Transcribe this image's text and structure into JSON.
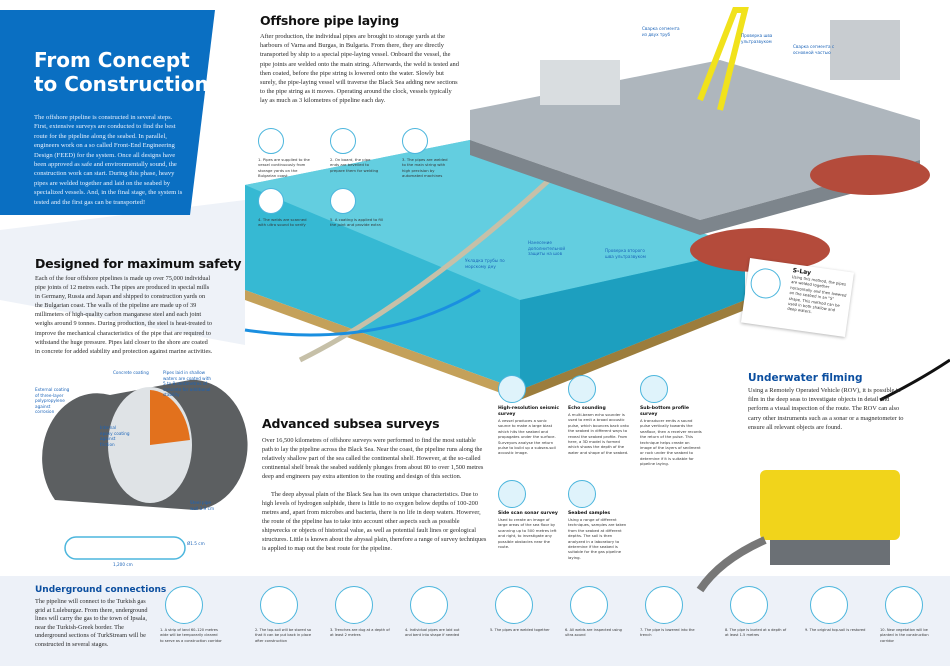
{
  "colors": {
    "brand_blue": "#0a6fc2",
    "heading_blue": "#0c4fa0",
    "sea": "#2fb8cf",
    "bottom_band": "#edf1f8",
    "pipe_orange": "#e2711d"
  },
  "intro": {
    "title_line1": "From Concept",
    "title_line2": "to Construction",
    "text": "The offshore pipeline is constructed in several steps. First, extensive surveys are conducted to find the best route for the pipeline along the seabed. In parallel, engineers work on a so called Front-End Engineering Design (FEED) for the system. Once all designs have been approved as safe and environmentally sound, the construction work can start. During this phase, heavy pipes are welded together and laid on the seabed by specialized vessels. And, in the final stage, the system is tested and the first gas can be transported!"
  },
  "offshore": {
    "title": "Offshore pipe laying",
    "text": "After production, the individual pipes are brought to storage yards at the harbours of Varna and Burgas, in Bulgaria. From there, they are directly transported by ship to a special pipe-laying vessel. Onboard the vessel, the pipe joints are welded onto the main string. Afterwards, the weld is tested and then coated, before the pipe string is lowered onto the water. Slowly but surely, the pipe-laying vessel will traverse the Black Sea adding new sections to the pipe string as it moves. Operating around the clock, vessels typically lay as much as 3 kilometres of pipeline each day.",
    "steps": [
      "1. Pipes are supplied to the vessel continuously from storage yards on the Bulgarian coast",
      "2. On board, the pipe ends are bevelled to prepare them for welding",
      "3. The pipes are welded to the main string with high precision by automated machines",
      "4. The welds are scanned with ultra sound to verify",
      "5. A coating is applied to fill the joint and provide extra"
    ],
    "ru_labels": [
      "Сварка сегмента из двух труб",
      "Проверка шва ультразвуком",
      "Сварка сегмента с основной частью",
      "Нанесение дополнительной защиты на шов",
      "Проверка второго шва ультразвуком",
      "Укладка трубы по морскому дну"
    ],
    "slay": {
      "title": "S-Lay",
      "text": "Using this method, the pipes are welded together horizontally and then lowered on the seabed in an \"S\" shape. This method can be used in both shallow and deep waters."
    }
  },
  "safety": {
    "title": "Designed for maximum safety",
    "text": "Each of the four offshore pipelines is made up over 75,000 individual pipe joints of 12 metres each. The pipes are produced in special mills in Germany, Russia and Japan and shipped to construction yards on the Bulgarian coast. The walls of the pipeline are made up of 39 millimeters of high-quality carbon manganese steel and each joint weighs around 9 tonnes. During production, the steel is heat-treated to improve the mechanical characteristics of the pipe that are required to withstand the huge pressure. Pipes laid closer to the shore are coated in concrete for added stability and protection against marine activities.",
    "labels": {
      "concrete": "Concrete coating",
      "shallow": "Pipes laid in shallow waters are coated with 5 to 8 centimetres of concrete for additional stability",
      "external": "External coating of three-layer polypropylene against corrosion",
      "internal": "Internal epoxy coating against friction",
      "steel": "Steel pipe wall 3.9 cm",
      "diameter": "Ø1.5 cm",
      "length": "1,200 cm"
    }
  },
  "surveys": {
    "title": "Advanced subsea surveys",
    "p1": "Over 16,500 kilometres of offshore surveys were performed to find the most suitable path to lay the pipeline across the Black Sea. Near the coast, the pipeline runs along the relatively shallow part of the sea called the continental shelf. However, at the so-called continental shelf break the seabed suddenly plunges from about 80 to over 1,500 metres deep and engineers pay extra attention to the routing and design of this section.",
    "p2": "The deep abyssal plain of the Black Sea has its own unique characteristics. Due to high levels of hydrogen sulphide, there is little to no oxygen below depths of 100-200 metres and, apart from microbes and bacteria, there is no life in deep waters. However, the route of the pipeline has to take into account other aspects such as possible shipwrecks or objects of historical value, as well as potential fault lines or geological structures. Little is known about the abyssal plain, therefore a range of survey techniques is applied to map out the best route for the pipeline.",
    "methods": [
      {
        "title": "High-resolution seismic survey",
        "text": "A vessel produces a sonic source to make a large blast which hits the seabed and propagates under the surface. Surveyors analyse the return pulse to build up a subsea-soil acoustic image."
      },
      {
        "title": "Echo sounding",
        "text": "A multi-beam echo sounder is used to emit a broad acoustic pulse, which bounces back onto the seabed in different ways to reveal the seabed profile. From here, a 3D model is formed which shows the depth of the water and shape of the seabed."
      },
      {
        "title": "Sub-bottom profile survey",
        "text": "A transducer emits a sound pulse vertically towards the seafloor, then a receiver records the return of the pulse. This technique helps create an image of the layers of sediment or rock under the seabed to determine if it is suitable for pipeline laying."
      },
      {
        "title": "Side scan sonar survey",
        "text": "Used to create an image of large areas of the sea floor by scanning up to 500 metres left and right, to investigate any possible obstacles near the route."
      },
      {
        "title": "Seabed samples",
        "text": "Using a range of different techniques, samples are taken from the seabed at different depths. The soil is then analyzed in a laboratory to determine if the seabed is suitable for the gas pipeline laying."
      }
    ]
  },
  "filming": {
    "title": "Underwater filming",
    "text": "Using a Remotely Operated Vehicle (ROV), it is possible to film in the deep seas to investigate objects in detail and perform a visual inspection of the route. The ROV can also carry other instruments such as a  sonar or a magnetometer to ensure all relevant objects are found."
  },
  "underground": {
    "title": "Underground connections",
    "text": "The pipeline will connect to the Turkish gas grid at Luleburgaz. From there, underground lines will carry the gas to the town of Ipsala, near the Turkish-Greek border. The underground sections of TurkStream will be constructed in several stages.",
    "steps": [
      "1. A strip of land 60–120 metres wide will be temporarily cleared to serve as a construction corridor",
      "2. The top-soil will be stored so that it can be put back in place after construction",
      "3. Trenches are dug at a depth of at least 2 metres",
      "4. Individual pipes are laid out and bent into shape if needed",
      "5. The pipes are welded together",
      "6. All welds are inspected using ultra-sound",
      "7. The pipe is lowered into the trench",
      "8. The pipe is buried at a depth of at least 1.5 metres",
      "9. The original top-soil is restored",
      "10. New vegetation will be planted in the construction corridor"
    ]
  }
}
